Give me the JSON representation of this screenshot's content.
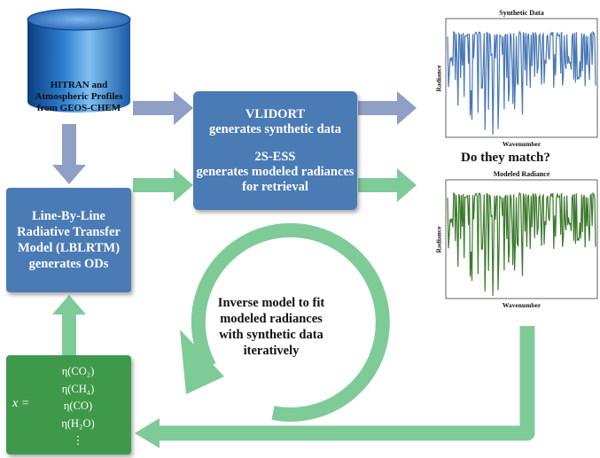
{
  "database": {
    "label_lines": [
      "HITRAN and",
      "Atmospheric Profiles",
      "from GEOS-CHEM"
    ]
  },
  "lblrtm_box": {
    "lines": [
      "Line-By-Line",
      "Radiative Transfer",
      "Model (LBLRTM)",
      "generates ODs"
    ]
  },
  "vlidort_box": {
    "vlidort_lines": [
      "VLIDORT",
      "generates synthetic data"
    ],
    "ess_lines": [
      "2S-ESS",
      "generates modeled radiances",
      "for retrieval"
    ]
  },
  "question": "Do they match?",
  "inverse_model": {
    "lines": [
      "Inverse model to fit",
      "modeled radiances",
      "with synthetic data",
      "iteratively"
    ]
  },
  "state_vector": {
    "lhs": "x =",
    "entries": [
      "η(CO₂)",
      "η(CH₄)",
      "η(CO)",
      "η(H₂O)",
      "⋮"
    ]
  },
  "plots": {
    "synthetic": {
      "title": "Synthetic Data",
      "xlabel": "Wavenumber",
      "ylabel": "Radiance",
      "color": "#4a78b4"
    },
    "modeled": {
      "title": "Modeled Radiance",
      "xlabel": "Wavenumber",
      "ylabel": "Radiance",
      "color": "#3c7a2c"
    }
  },
  "colors": {
    "box_blue": "#4b7bb5",
    "box_green": "#3e9a4a",
    "arrow_blue": "#8f9fc6",
    "arrow_green": "#7fcb97"
  }
}
